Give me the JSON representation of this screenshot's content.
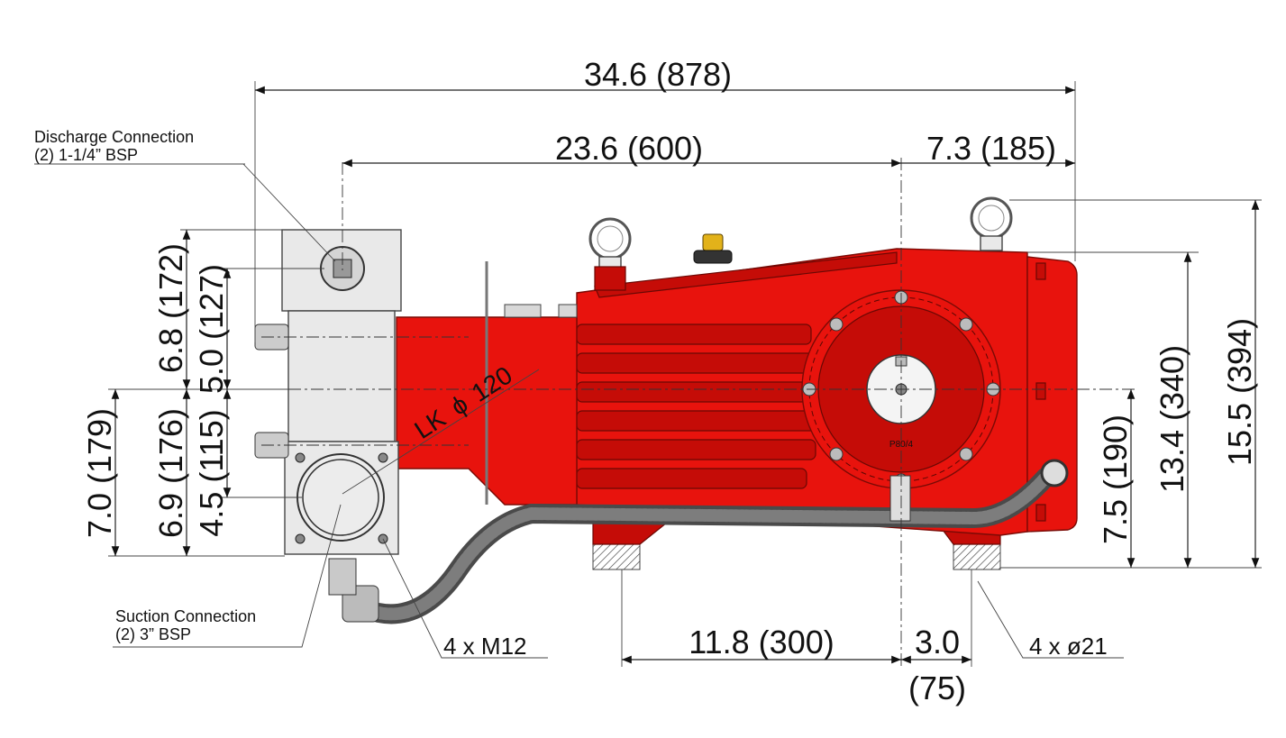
{
  "diagram": {
    "dimensions": {
      "overall_length": "34.6 (878)",
      "flange_to_center": "23.6 (600)",
      "center_to_end": "7.3 (185)",
      "discharge_height": "6.8 (172)",
      "discharge_offset": "5.0 (127)",
      "base_to_center": "7.0 (179)",
      "suction_height": "6.9 (176)",
      "suction_offset": "4.5 (115)",
      "center_height": "7.5 (190)",
      "body_height": "13.4 (340)",
      "overall_height": "15.5 (394)",
      "foot_spacing": "11.8 (300)",
      "foot_offset_top": "3.0",
      "foot_offset_bottom": "(75)"
    },
    "callouts": {
      "discharge_title": "Discharge Connection",
      "discharge_spec": "(2) 1-1/4” BSP",
      "suction_title": "Suction Connection",
      "suction_spec": "(2) 3” BSP",
      "bolt_spec": "4 x M12",
      "hole_spec": "4 x ø21",
      "bolt_circle_prefix": "LK",
      "bolt_circle_symbol": "ϕ",
      "bolt_circle_value": "120",
      "model_plate": "P80/4"
    },
    "colors": {
      "body": "#e8130d",
      "body_dark": "#c50c07",
      "manifold": "#e9e9e9",
      "hose": "#4a4a4a"
    }
  }
}
